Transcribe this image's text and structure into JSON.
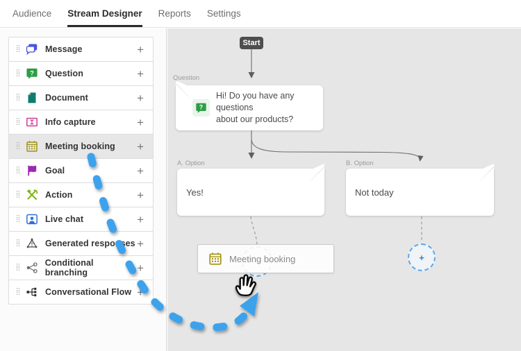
{
  "nav": {
    "tabs": [
      {
        "label": "Audience",
        "active": false
      },
      {
        "label": "Stream Designer",
        "active": true
      },
      {
        "label": "Reports",
        "active": false
      },
      {
        "label": "Settings",
        "active": false
      }
    ]
  },
  "sidebar": {
    "add_symbol": "+",
    "drag_handle_symbol": "⣿",
    "items": [
      {
        "label": "Message",
        "icon": "message-icon",
        "color": "#4b53e1"
      },
      {
        "label": "Question",
        "icon": "question-icon",
        "color": "#2d9d46"
      },
      {
        "label": "Document",
        "icon": "document-icon",
        "color": "#0e7c6f"
      },
      {
        "label": "Info capture",
        "icon": "info-capture-icon",
        "color": "#d33a92"
      },
      {
        "label": "Meeting booking",
        "icon": "calendar-icon",
        "color": "#a0910c",
        "state": "dragging"
      },
      {
        "label": "Goal",
        "icon": "flag-icon",
        "color": "#9c27b0"
      },
      {
        "label": "Action",
        "icon": "tools-icon",
        "color": "#7cb50a"
      },
      {
        "label": "Live chat",
        "icon": "live-chat-icon",
        "color": "#2e6fd9"
      },
      {
        "label": "Generated responses",
        "icon": "network-icon",
        "color": "#4a4a4a"
      },
      {
        "label": "Conditional branching",
        "icon": "branch-icon",
        "color": "#6d6d6d"
      },
      {
        "label": "Conversational Flow",
        "icon": "flow-icon",
        "color": "#2a2a2a"
      }
    ]
  },
  "canvas": {
    "start_label": "Start",
    "question_node": {
      "type_label": "Question",
      "text": "Hi! Do you have any questions\nabout our products?",
      "icon": "question-icon",
      "icon_color": "#2d9d46"
    },
    "option_a": {
      "type_label": "A. Option",
      "text": "Yes!"
    },
    "option_b": {
      "type_label": "B. Option",
      "text": "Not today"
    },
    "drop_node": {
      "label": "Meeting booking",
      "icon": "calendar-icon",
      "icon_color": "#a0910c"
    },
    "add_symbol": "+"
  },
  "colors": {
    "drag_arrow": "#3da2ec",
    "drop_circle": "#5ba7e8",
    "connector": "#6f6f6f",
    "canvas_bg": "#e6e6e6",
    "start_bg": "#4e4e4e"
  }
}
